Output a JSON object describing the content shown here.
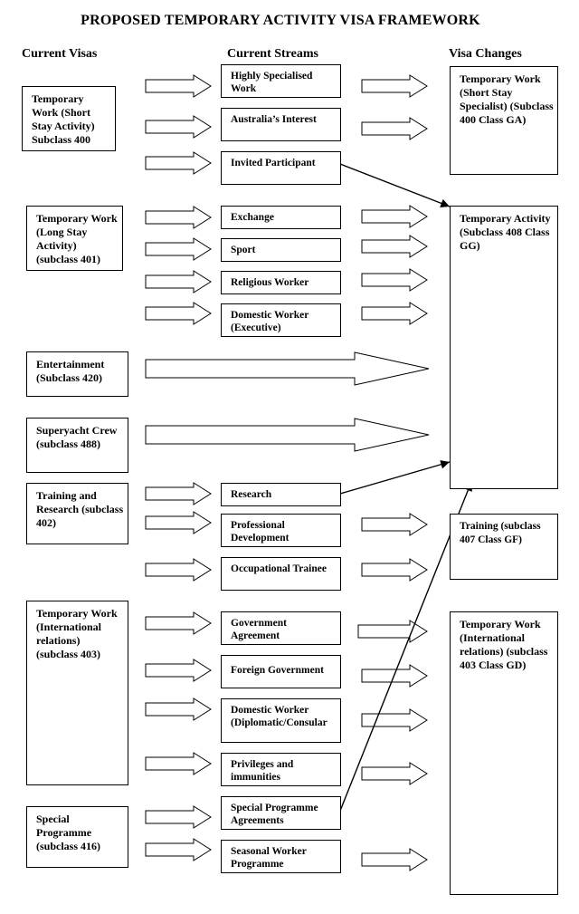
{
  "title": "PROPOSED TEMPORARY ACTIVITY VISA FRAMEWORK",
  "headers": {
    "current_visas": "Current Visas",
    "current_streams": "Current Streams",
    "visa_changes": "Visa Changes"
  },
  "current_visas": [
    {
      "id": "v400",
      "label": "Temporary Work (Short Stay Activity) Subclass 400"
    },
    {
      "id": "v401",
      "label": "Temporary Work (Long Stay Activity) (subclass 401)"
    },
    {
      "id": "v420",
      "label": "Entertainment (Subclass 420)"
    },
    {
      "id": "v488",
      "label": "Superyacht Crew (subclass 488)"
    },
    {
      "id": "v402",
      "label": "Training and Research (subclass 402)"
    },
    {
      "id": "v403",
      "label": "Temporary Work (International relations) (subclass 403)"
    },
    {
      "id": "v416",
      "label": "Special Programme (subclass 416)"
    }
  ],
  "current_streams": [
    {
      "id": "s1",
      "label": "Highly Specialised Work"
    },
    {
      "id": "s2",
      "label": "Australia’s Interest"
    },
    {
      "id": "s3",
      "label": "Invited Participant"
    },
    {
      "id": "s4",
      "label": "Exchange"
    },
    {
      "id": "s5",
      "label": "Sport"
    },
    {
      "id": "s6",
      "label": "Religious Worker"
    },
    {
      "id": "s7",
      "label": "Domestic Worker (Executive)"
    },
    {
      "id": "s8",
      "label": "Research"
    },
    {
      "id": "s9",
      "label": "Professional Development"
    },
    {
      "id": "s10",
      "label": "Occupational Trainee"
    },
    {
      "id": "s11",
      "label": "Government Agreement"
    },
    {
      "id": "s12",
      "label": "Foreign Government"
    },
    {
      "id": "s13",
      "label": "Domestic Worker (Diplomatic/Consular"
    },
    {
      "id": "s14",
      "label": "Privileges and immunities"
    },
    {
      "id": "s15",
      "label": "Special Programme Agreements"
    },
    {
      "id": "s16",
      "label": "Seasonal Worker Programme"
    }
  ],
  "visa_changes": [
    {
      "id": "c400",
      "label": "Temporary Work (Short Stay Specialist) (Subclass 400 Class GA)"
    },
    {
      "id": "c408",
      "label": "Temporary Activity (Subclass 408 Class GG)"
    },
    {
      "id": "c407",
      "label": "Training (subclass 407 Class GF)"
    },
    {
      "id": "c403",
      "label": "Temporary Work (International relations) (subclass 403 Class GD)"
    }
  ]
}
